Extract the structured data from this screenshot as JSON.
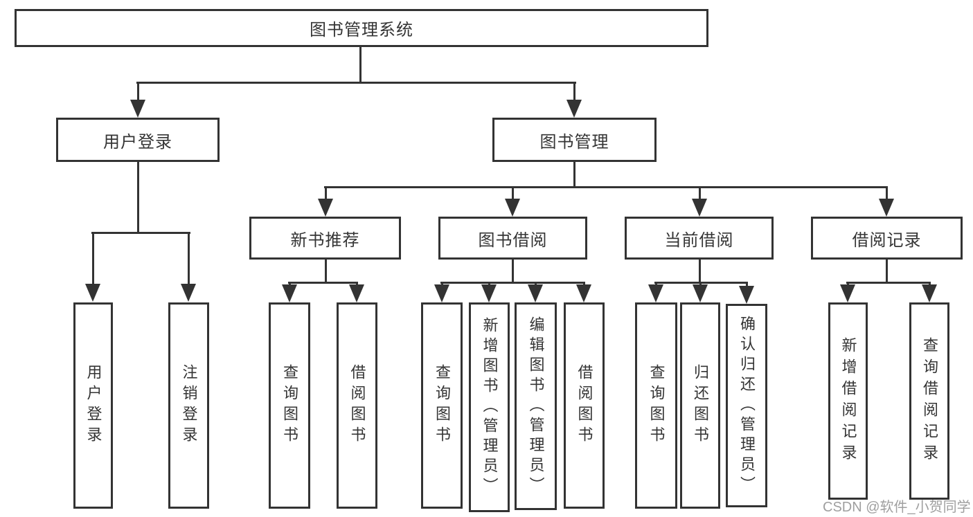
{
  "diagram": {
    "title": "图书管理系统",
    "tree": {
      "label": "图书管理系统",
      "children": [
        {
          "label": "用户登录",
          "children": [
            {
              "label": "用户登录"
            },
            {
              "label": "注销登录"
            }
          ]
        },
        {
          "label": "图书管理",
          "children": [
            {
              "label": "新书推荐",
              "children": [
                {
                  "label": "查询图书"
                },
                {
                  "label": "借阅图书"
                }
              ]
            },
            {
              "label": "图书借阅",
              "children": [
                {
                  "label": "查询图书"
                },
                {
                  "label": "新增图书（管理员）"
                },
                {
                  "label": "编辑图书（管理员）"
                },
                {
                  "label": "借阅图书"
                }
              ]
            },
            {
              "label": "当前借阅",
              "children": [
                {
                  "label": "查询图书"
                },
                {
                  "label": "归还图书"
                },
                {
                  "label": "确认归还（管理员）"
                }
              ]
            },
            {
              "label": "借阅记录",
              "children": [
                {
                  "label": "新增借阅记录"
                },
                {
                  "label": "查询借阅记录"
                }
              ]
            }
          ]
        }
      ]
    },
    "watermark": {
      "text": "CSDN @软件_小贺同学"
    },
    "colors": {
      "line": "#333333",
      "text": "#343434",
      "watermark": "#9f9f9f",
      "background": "#ffffff"
    }
  }
}
